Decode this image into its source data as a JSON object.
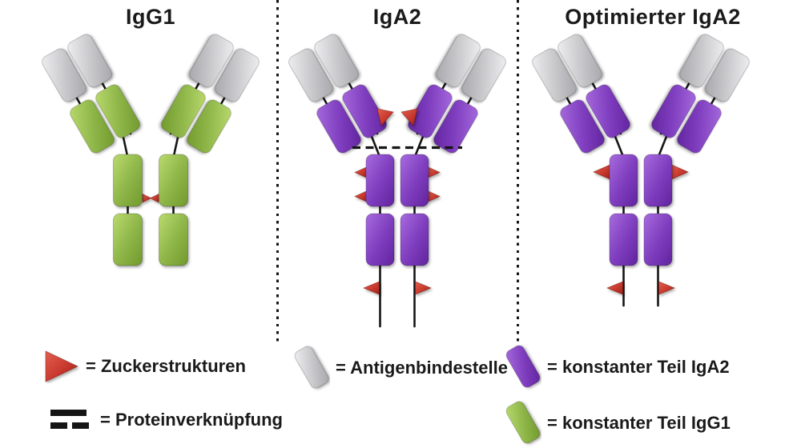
{
  "panels": [
    {
      "title": "IgG1"
    },
    {
      "title": "IgA2"
    },
    {
      "title": "Optimierter IgA2"
    }
  ],
  "legend": {
    "items": [
      {
        "symbol": "red-triangle",
        "label": "= Zuckerstrukturen"
      },
      {
        "symbol": "dashed-line",
        "label": "= Proteinverknüpfung"
      },
      {
        "symbol": "gray-domain",
        "label": "= Antigenbindestelle"
      },
      {
        "symbol": "purple-domain",
        "label": "= konstanter Teil IgA2"
      },
      {
        "symbol": "green-domain",
        "label": "= konstanter Teil IgG1"
      }
    ]
  },
  "colors": {
    "background": "#FFFFFF",
    "text": "#1A1A1A",
    "line": "#151515",
    "gray": "#C5C5C7",
    "green": "#8CB447",
    "purple": "#7D3CBD",
    "red": "#C9392E"
  }
}
